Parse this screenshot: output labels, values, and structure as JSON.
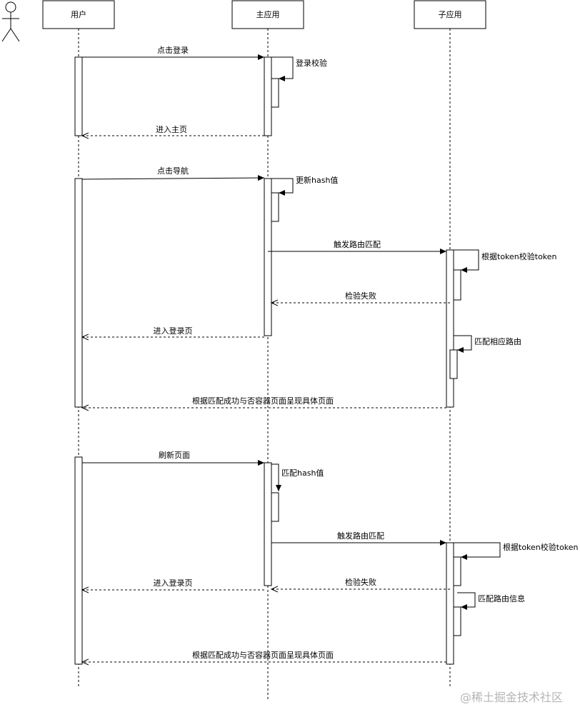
{
  "participants": {
    "user": "用户",
    "main_app": "主应用",
    "sub_app": "子应用"
  },
  "messages": {
    "click_login": "点击登录",
    "login_check": "登录校验",
    "enter_home": "进入主页",
    "click_nav": "点击导航",
    "update_hash": "更新hash值",
    "trigger_route_1": "触发路由匹配",
    "token_check_1": "根据token校验token",
    "check_failed_1": "检验失败",
    "enter_login_1": "进入登录页",
    "match_route": "匹配相应路由",
    "render_1": "根据匹配成功与否容器页面呈现具体页面",
    "refresh_page": "刷新页面",
    "match_hash": "匹配hash值",
    "trigger_route_2": "触发路由匹配",
    "token_check_2": "根据token校验token",
    "enter_login_2": "进入登录页",
    "check_failed_2": "检验失败",
    "match_route_info": "匹配路由信息",
    "render_2": "根据匹配成功与否容器页面呈现具体页面"
  },
  "watermark": "@稀土掘金技术社区"
}
